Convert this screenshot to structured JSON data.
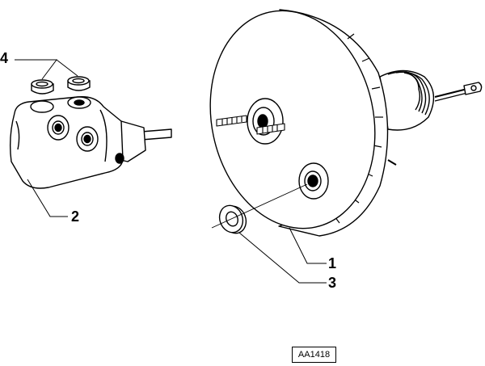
{
  "diagram": {
    "reference_code": "AA1418",
    "callouts": [
      {
        "number": "1",
        "part": "brake-servo"
      },
      {
        "number": "2",
        "part": "master-cylinder"
      },
      {
        "number": "3",
        "part": "grommet"
      },
      {
        "number": "4",
        "part": "reservoir-seals"
      }
    ]
  },
  "colors": {
    "line": "#000000",
    "background": "#ffffff"
  }
}
